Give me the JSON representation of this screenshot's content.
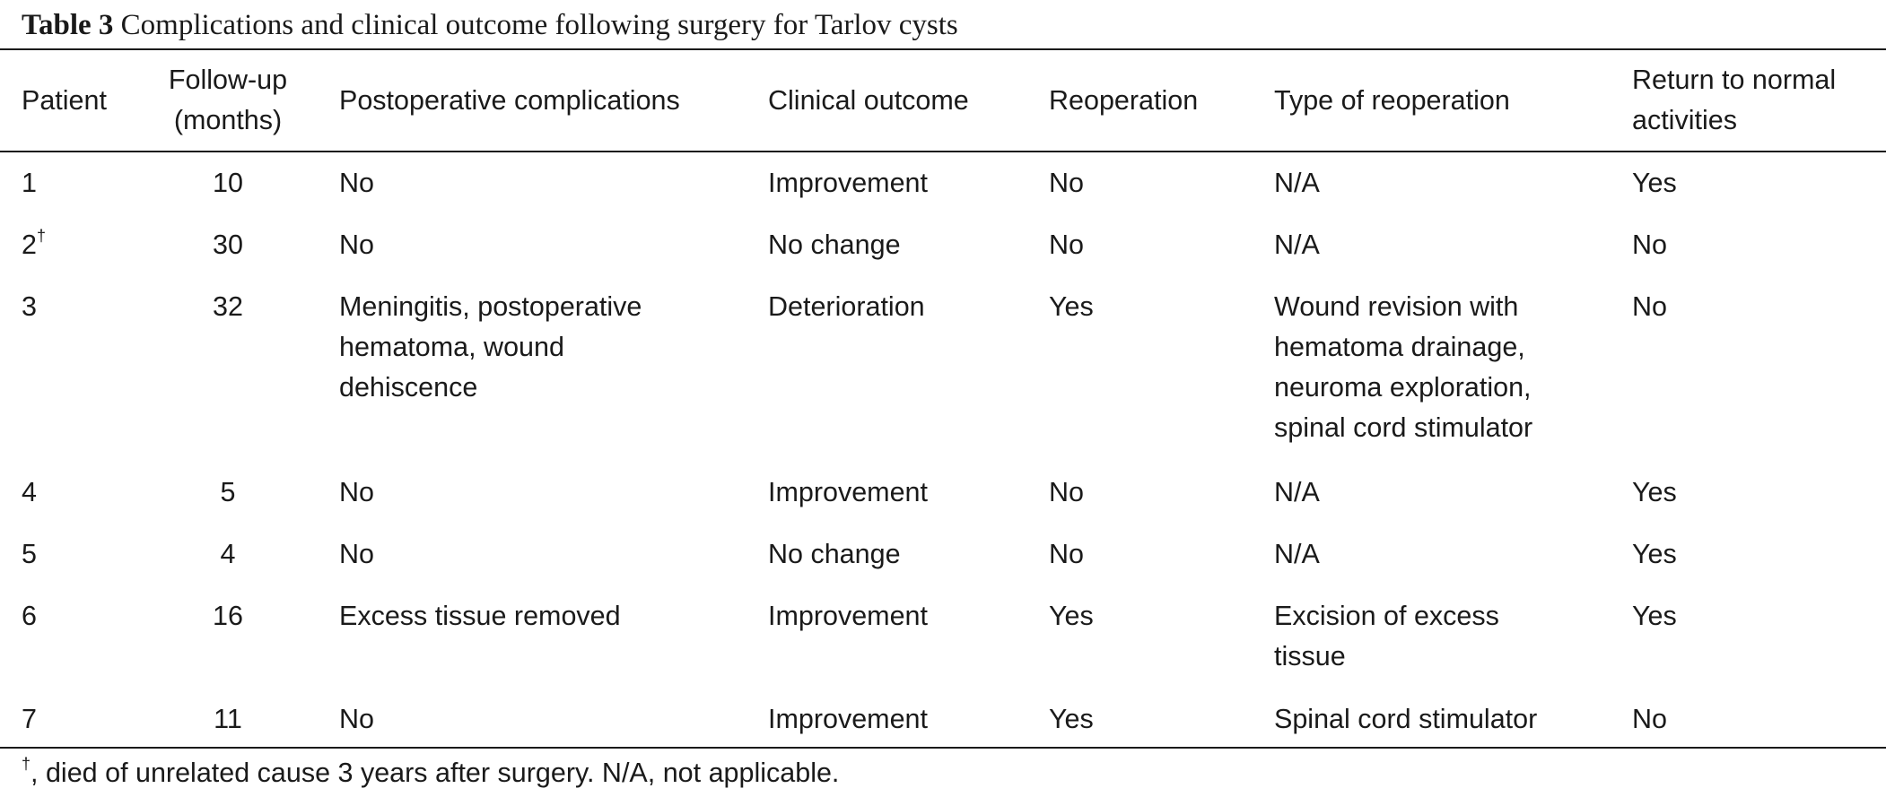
{
  "caption": {
    "label": "Table 3",
    "title": "Complications and clinical outcome following surgery for Tarlov cysts"
  },
  "headers": {
    "patient": "Patient",
    "followup_line1": "Follow-up",
    "followup_line2": "(months)",
    "complications": "Postoperative complications",
    "outcome": "Clinical outcome",
    "reoperation": "Reoperation",
    "type": "Type of reoperation",
    "return_line1": "Return to normal",
    "return_line2": "activities"
  },
  "rows": [
    {
      "patient": "1",
      "mark": "",
      "followup": "10",
      "complications": [
        "No"
      ],
      "outcome": "Improvement",
      "reoperation": "No",
      "type": [
        "N/A"
      ],
      "return": "Yes"
    },
    {
      "patient": "2",
      "mark": "†",
      "followup": "30",
      "complications": [
        "No"
      ],
      "outcome": "No change",
      "reoperation": "No",
      "type": [
        "N/A"
      ],
      "return": "No"
    },
    {
      "patient": "3",
      "mark": "",
      "followup": "32",
      "complications": [
        "Meningitis, postoperative",
        "hematoma, wound",
        "dehiscence"
      ],
      "outcome": "Deterioration",
      "reoperation": "Yes",
      "type": [
        "Wound revision with",
        "hematoma drainage,",
        "neuroma exploration,",
        "spinal cord stimulator"
      ],
      "return": "No"
    },
    {
      "patient": "4",
      "mark": "",
      "followup": "5",
      "complications": [
        "No"
      ],
      "outcome": "Improvement",
      "reoperation": "No",
      "type": [
        "N/A"
      ],
      "return": "Yes"
    },
    {
      "patient": "5",
      "mark": "",
      "followup": "4",
      "complications": [
        "No"
      ],
      "outcome": "No change",
      "reoperation": "No",
      "type": [
        "N/A"
      ],
      "return": "Yes"
    },
    {
      "patient": "6",
      "mark": "",
      "followup": "16",
      "complications": [
        "Excess tissue removed"
      ],
      "outcome": "Improvement",
      "reoperation": "Yes",
      "type": [
        "Excision of excess",
        "tissue"
      ],
      "return": "Yes"
    },
    {
      "patient": "7",
      "mark": "",
      "followup": "11",
      "complications": [
        "No"
      ],
      "outcome": "Improvement",
      "reoperation": "Yes",
      "type": [
        "Spinal cord stimulator"
      ],
      "return": "No"
    }
  ],
  "footnote": {
    "mark": "†",
    "text": ", died of unrelated cause 3 years after surgery. N/A, not applicable."
  }
}
